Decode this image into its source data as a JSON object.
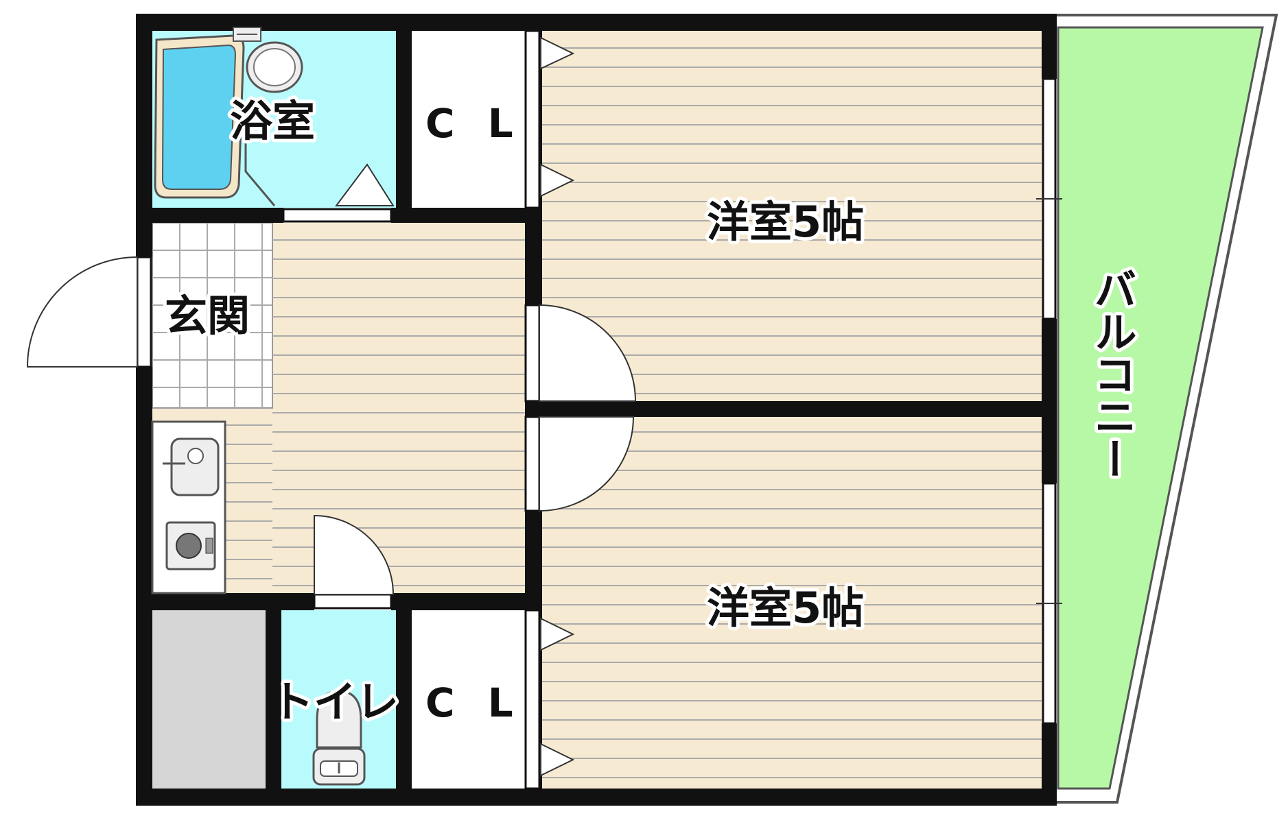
{
  "floorplan": {
    "rooms": {
      "bath": "浴室",
      "closet_top": "C L",
      "western_top": "洋室5帖",
      "entrance": "玄関",
      "western_bottom": "洋室5帖",
      "toilet": "トイレ",
      "closet_bottom": "C L",
      "balcony": "バルコニー"
    },
    "colors": {
      "wall": "#111111",
      "floor_wood": "#f7ead2",
      "wood_line": "#aaaaaa",
      "wet_area": "#b9fbfd",
      "bathtub": "#5fd1f0",
      "balcony": "#b6f8a6",
      "storage": "#d6d6d6",
      "fixture": "#eeeeee"
    }
  }
}
